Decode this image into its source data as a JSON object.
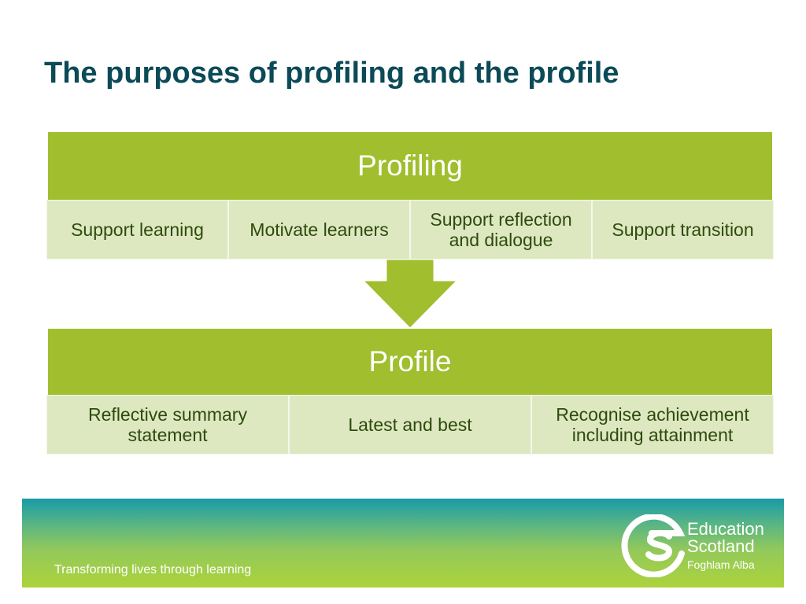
{
  "title": "The purposes of profiling and the profile",
  "profiling": {
    "header": "Profiling",
    "items": [
      "Support learning",
      "Motivate learners",
      "Support reflection and dialogue",
      "Support transition"
    ]
  },
  "profile": {
    "header": "Profile",
    "items": [
      "Reflective summary statement",
      "Latest and best",
      "Recognise achievement including attainment"
    ]
  },
  "footer": {
    "tagline": "Transforming lives through learning",
    "brand_line1": "Education",
    "brand_line2": "Scotland",
    "brand_line3": "Foghlam Alba"
  },
  "colors": {
    "title": "#0b4a57",
    "header_green": "#a0be2d",
    "cell_bg": "#dde8c1",
    "footer_top": "#199aa8",
    "footer_bottom": "#add33c"
  },
  "icons": {
    "arrow": "down-arrow-icon",
    "logo": "education-scotland-logo-icon"
  }
}
